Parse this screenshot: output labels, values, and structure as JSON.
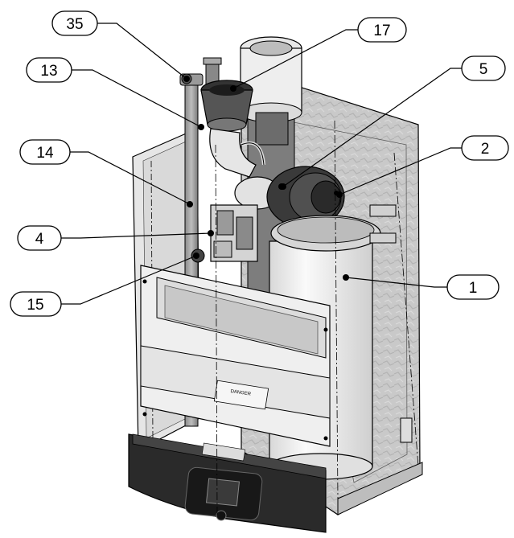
{
  "diagram": {
    "callouts": [
      {
        "id": "35",
        "label": "35"
      },
      {
        "id": "17",
        "label": "17"
      },
      {
        "id": "13",
        "label": "13"
      },
      {
        "id": "5",
        "label": "5"
      },
      {
        "id": "14",
        "label": "14"
      },
      {
        "id": "2",
        "label": "2"
      },
      {
        "id": "4",
        "label": "4"
      },
      {
        "id": "15",
        "label": "15"
      },
      {
        "id": "1",
        "label": "1"
      }
    ],
    "panel_warning": {
      "heading": "DANGER"
    },
    "colors": {
      "cabinet_gray": "#c4c4c4",
      "insulation": "#b8b8b8",
      "vessel_white": "#f2f2f2",
      "control_panel": "#2a2a2a",
      "outline": "#000000"
    }
  }
}
